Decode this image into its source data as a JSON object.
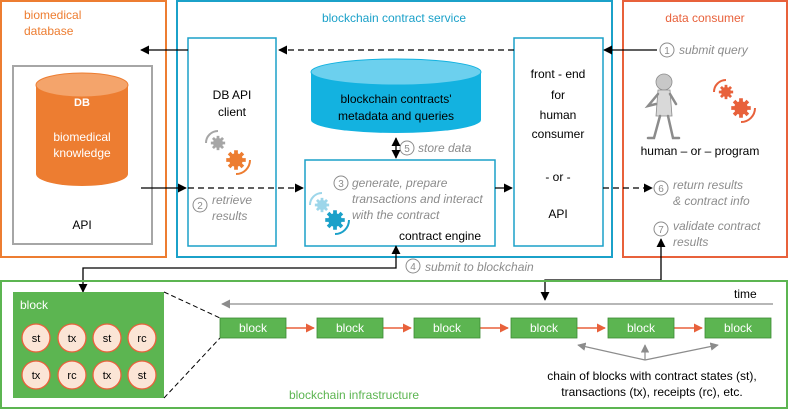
{
  "colors": {
    "orange": "#ED7D31",
    "blue": "#1BA1C9",
    "cyan_fill": "#13B2E0",
    "red": "#E8613B",
    "green": "#5CB551",
    "grey": "#8C8C8C",
    "black": "#000000"
  },
  "biomedical": {
    "title": "biomedical database",
    "db_label": "DB",
    "db_text": [
      "biomedical",
      "knowledge"
    ],
    "api": "API"
  },
  "contract_service": {
    "title": "blockchain contract service",
    "db_client": [
      "DB API",
      "client"
    ],
    "metadata_db": [
      "blockchain contracts'",
      "metadata and queries"
    ],
    "front_end": [
      "front - end",
      "for",
      "human",
      "consumer"
    ],
    "or": "- or -",
    "api": "API",
    "engine": "contract engine",
    "step3_text": [
      "generate, prepare",
      "transactions and interact",
      "with the contract"
    ],
    "step2_text": [
      "retrieve",
      "results"
    ],
    "step5_text": "store data"
  },
  "consumer": {
    "title": "data consumer",
    "step1_text": "submit query",
    "human_or_program": "human – or – program",
    "step6_text": [
      "return results",
      "& contract info"
    ],
    "step7_text": [
      "validate contract",
      "results"
    ]
  },
  "steps": {
    "one": "1",
    "two": "2",
    "three": "3",
    "four": "4",
    "five": "5",
    "six": "6",
    "seven": "7",
    "step4_text": "submit to blockchain"
  },
  "infrastructure": {
    "title": "blockchain infrastructure",
    "block_title": "block",
    "block_cells": [
      "st",
      "tx",
      "st",
      "rc",
      "tx",
      "rc",
      "tx",
      "st"
    ],
    "chain_blocks": [
      "block",
      "block",
      "block",
      "block",
      "block",
      "block"
    ],
    "time": "time",
    "chain_caption": [
      "chain of blocks with contract states (st),",
      "transactions (tx), receipts (rc), etc."
    ]
  },
  "icons": [
    "gears-icon",
    "person-icon",
    "database-icon"
  ]
}
